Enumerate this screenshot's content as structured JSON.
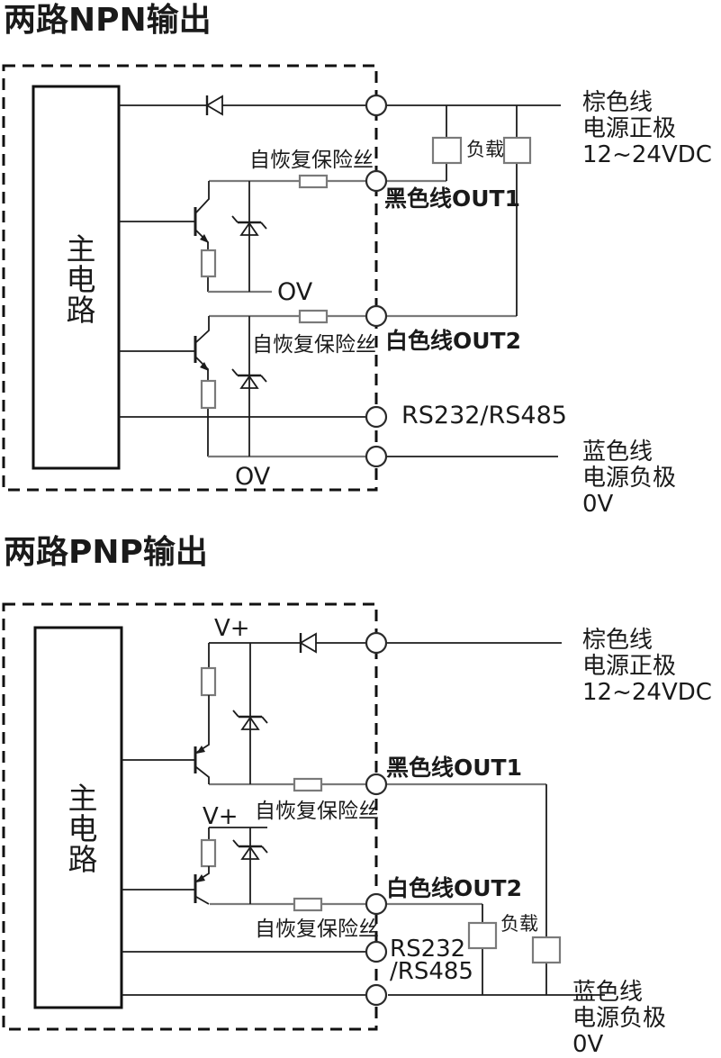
{
  "colors": {
    "line": "#1c1c1c",
    "component_gray": "#7a7a7a",
    "background": "#ffffff"
  },
  "diagrams": [
    {
      "title": "两路NPN输出",
      "main_block": "主电路",
      "fuse_label_out1": "自恢复保险丝",
      "fuse_label_out2": "自恢复保险丝",
      "zero_volt_label_1": "OV",
      "zero_volt_label_2": "OV",
      "load_label": "负载",
      "out1_label": "黑色线OUT1",
      "out2_label": "白色线OUT2",
      "serial_label": "RS232/RS485",
      "power_positive_lines": [
        "棕色线",
        "电源正极",
        "12~24VDC"
      ],
      "power_negative_lines": [
        "蓝色线",
        "电源负极",
        "0V"
      ]
    },
    {
      "title": "两路PNP输出",
      "main_block": "主电路",
      "vplus_label_1": "V+",
      "vplus_label_2": "V+",
      "fuse_label_out1": "自恢复保险丝",
      "fuse_label_out2": "自恢复保险丝",
      "load_label": "负载",
      "out1_label": "黑色线OUT1",
      "out2_label": "白色线OUT2",
      "serial_label_lines": [
        "RS232",
        "/RS485"
      ],
      "power_positive_lines": [
        "棕色线",
        "电源正极",
        "12~24VDC"
      ],
      "power_negative_lines": [
        "蓝色线",
        "电源负极",
        "0V"
      ]
    }
  ]
}
